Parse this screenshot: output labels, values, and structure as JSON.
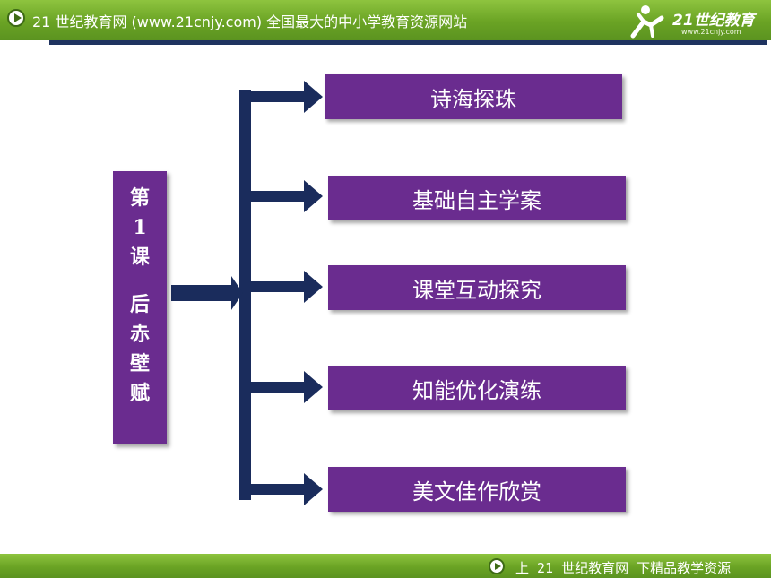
{
  "header": {
    "title": "21 世纪教育网 (www.21cnjy.com)  全国最大的中小学教育资源网站",
    "logo_text": "21世纪教育",
    "logo_url": "www.21cnjy.com",
    "play_icon": "play-circle-icon"
  },
  "lesson": {
    "chars": [
      "第",
      "1",
      "课",
      "后",
      "赤",
      "壁",
      "赋"
    ]
  },
  "menu": {
    "items": [
      {
        "label": "诗海探珠"
      },
      {
        "label": "基础自主学案"
      },
      {
        "label": "课堂互动探究"
      },
      {
        "label": "知能优化演练"
      },
      {
        "label": "美文佳作欣赏"
      }
    ]
  },
  "footer": {
    "slogan": "上 21 世纪教育网  下精品教学资源"
  },
  "colors": {
    "bar_green": "#6aa324",
    "box_purple": "#6a2c8f",
    "arrow_navy": "#1a2c5c",
    "rule_navy": "#1f3360"
  }
}
